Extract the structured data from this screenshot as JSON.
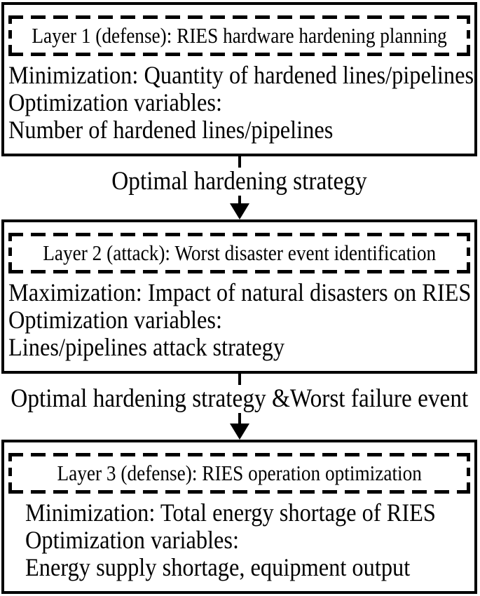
{
  "figure": {
    "colors": {
      "ink": "#000000",
      "background": "#ffffff"
    },
    "layers": [
      {
        "header": "Layer 1 (defense): RIES hardware hardening planning",
        "objective": "Minimization: Quantity of hardened lines/pipelines",
        "variables_label": "Optimization variables:",
        "variables": "Number of hardened lines/pipelines"
      },
      {
        "header": "Layer 2 (attack): Worst disaster event identification",
        "objective": "Maximization: Impact of natural disasters on RIES",
        "variables_label": "Optimization variables:",
        "variables": "Lines/pipelines attack strategy"
      },
      {
        "header": "Layer 3 (defense): RIES operation optimization",
        "objective": "Minimization: Total energy shortage of RIES",
        "variables_label": "Optimization variables:",
        "variables": "Energy supply shortage, equipment output"
      }
    ],
    "connectors": [
      {
        "label": "Optimal hardening strategy"
      },
      {
        "label": "Optimal hardening strategy &Worst failure event"
      }
    ]
  }
}
